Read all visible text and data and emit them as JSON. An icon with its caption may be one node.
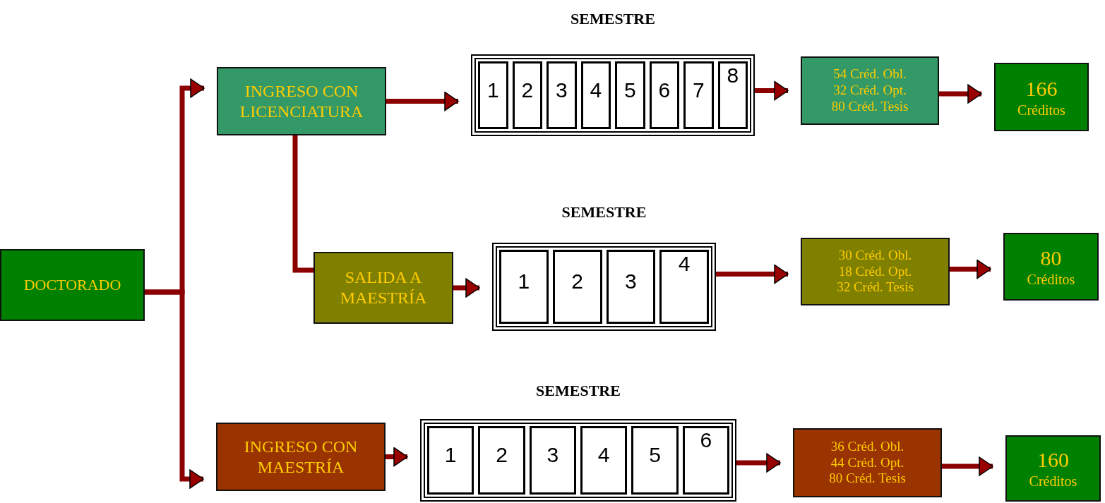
{
  "diagram": {
    "nodes": [
      {
        "text": [
          "DOCTORADO"
        ]
      },
      {
        "text": [
          "INGRESO CON LICENCIATURA"
        ]
      },
      {
        "text": [
          "SEMESTRE"
        ]
      },
      {
        "text": [
          "1"
        ],
        "in": 2
      },
      {
        "text": [
          "2"
        ],
        "in": 2
      },
      {
        "text": [
          "3"
        ],
        "in": 2
      },
      {
        "text": [
          "4"
        ],
        "in": 2
      },
      {
        "text": [
          "5"
        ],
        "in": 2
      },
      {
        "text": [
          "6"
        ],
        "in": 2
      },
      {
        "text": [
          "7"
        ],
        "in": 2
      },
      {
        "text": [
          "8"
        ],
        "in": 2
      },
      {
        "text": [
          "54 Créd. Obl.",
          "32 Créd. Opt.",
          "80 Créd. Tesis"
        ]
      },
      {
        "text": [
          "166",
          "Créditos"
        ]
      },
      {
        "text": [
          "SALIDA A MAESTRÍA"
        ]
      },
      {
        "text": [
          "SEMESTRE"
        ]
      },
      {
        "text": [
          "1"
        ],
        "in": 14
      },
      {
        "text": [
          "2"
        ],
        "in": 14
      },
      {
        "text": [
          "3"
        ],
        "in": 14
      },
      {
        "text": [
          "4"
        ],
        "in": 14
      },
      {
        "text": [
          "30 Créd. Obl.",
          "18 Créd. Opt.",
          "32 Créd. Tesis"
        ]
      },
      {
        "text": [
          "80",
          "Créditos"
        ]
      },
      {
        "text": [
          "INGRESO CON MAESTRÍA"
        ]
      },
      {
        "text": [
          "SEMESTRE"
        ]
      },
      {
        "text": [
          "1"
        ],
        "in": 22
      },
      {
        "text": [
          "2"
        ],
        "in": 22
      },
      {
        "text": [
          "3"
        ],
        "in": 22
      },
      {
        "text": [
          "4"
        ],
        "in": 22
      },
      {
        "text": [
          "5"
        ],
        "in": 22
      },
      {
        "text": [
          "6"
        ],
        "in": 22
      },
      {
        "text": [
          "36  Créd. Obl.",
          "44 Créd. Opt.",
          "80 Créd. Tesis"
        ]
      },
      {
        "text": [
          "160",
          "Créditos"
        ]
      }
    ],
    "edges": [
      {
        "from": 0,
        "to": 1,
        "arrow": "to"
      },
      {
        "from": 0,
        "to": 21,
        "arrow": "to"
      },
      {
        "from": 1,
        "to": 2,
        "arrow": "to"
      },
      {
        "from": 2,
        "to": 11,
        "arrow": "to"
      },
      {
        "from": 11,
        "to": 12,
        "arrow": "to"
      },
      {
        "from": 1,
        "to": 13,
        "arrow": "none"
      },
      {
        "from": 13,
        "to": 14,
        "arrow": "to"
      },
      {
        "from": 14,
        "to": 19,
        "arrow": "to"
      },
      {
        "from": 19,
        "to": 20,
        "arrow": "to"
      },
      {
        "from": 21,
        "to": 22,
        "arrow": "to"
      },
      {
        "from": 22,
        "to": 29,
        "arrow": "to"
      },
      {
        "from": 29,
        "to": 30,
        "arrow": "to"
      }
    ]
  }
}
